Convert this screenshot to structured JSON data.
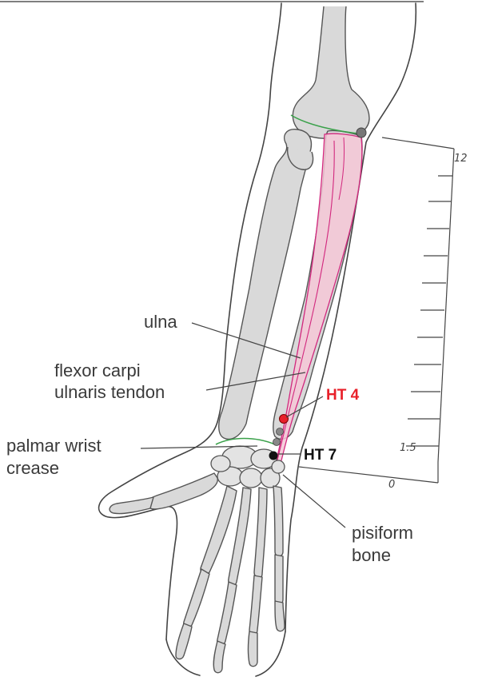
{
  "labels": {
    "ulna": "ulna",
    "fcu_line1": "flexor carpi",
    "fcu_line2": "ulnaris tendon",
    "crease_line1": "palmar wrist",
    "crease_line2": "crease",
    "pisiform_line1": "pisiform",
    "pisiform_line2": "bone"
  },
  "points": {
    "ht4": {
      "label": "HT 4",
      "color": "#e8202a"
    },
    "ht7": {
      "label": "HT 7",
      "color": "#111111"
    }
  },
  "scale": {
    "top": "12",
    "mid": "1.5",
    "bottom": "0"
  },
  "colors": {
    "muscle": "#f4c7d6",
    "muscle_line": "#d2287e",
    "crease": "#3aa14a",
    "bone": "#d9d9d9"
  }
}
